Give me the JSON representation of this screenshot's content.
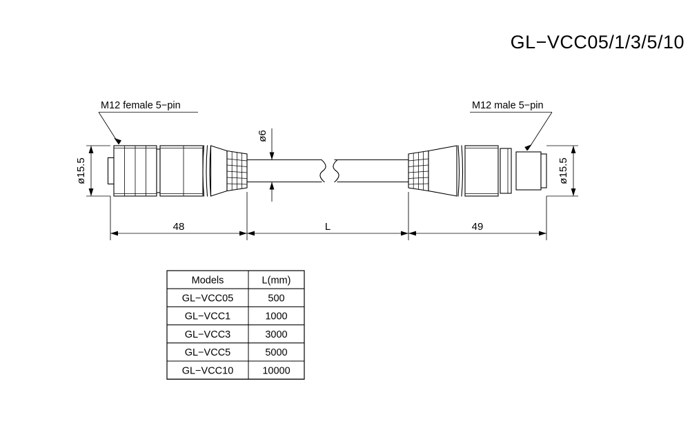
{
  "title": "GL−VCC05/1/3/5/10",
  "labels": {
    "female_connector": "M12 female 5−pin",
    "male_connector": "M12 male 5−pin"
  },
  "dimensions": {
    "left_diameter": "ø15.5",
    "right_diameter": "ø15.5",
    "cable_diameter": "ø6",
    "left_length": "48",
    "cable_length": "L",
    "right_length": "49"
  },
  "table": {
    "headers": [
      "Models",
      "L(mm)"
    ],
    "rows": [
      [
        "GL−VCC05",
        "500"
      ],
      [
        "GL−VCC1",
        "1000"
      ],
      [
        "GL−VCC3",
        "3000"
      ],
      [
        "GL−VCC5",
        "5000"
      ],
      [
        "GL−VCC10",
        "10000"
      ]
    ]
  },
  "colors": {
    "line": "#000000",
    "background": "#ffffff"
  }
}
